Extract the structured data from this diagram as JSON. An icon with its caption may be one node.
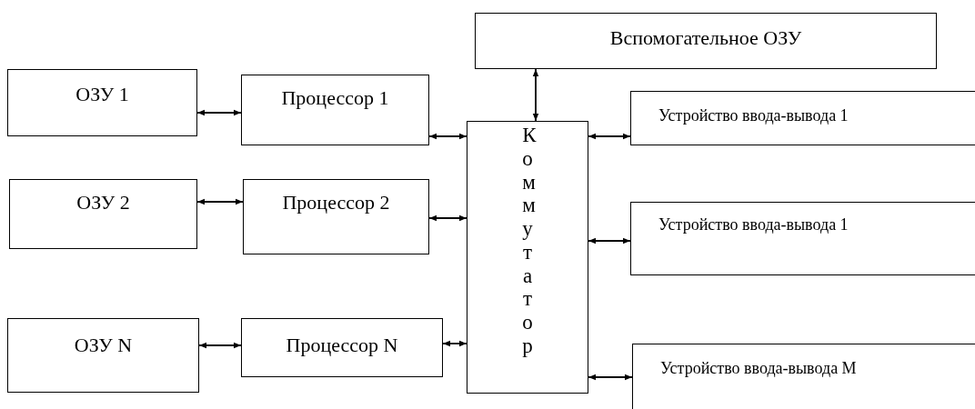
{
  "diagram": {
    "nodes": [
      {
        "text": [
          "Вспомогательное ОЗУ"
        ]
      },
      {
        "text": [
          "ОЗУ 1"
        ]
      },
      {
        "text": [
          "Процессор 1"
        ]
      },
      {
        "text": [
          "Коммутатор"
        ]
      },
      {
        "text": [
          "Устройство ввода-вывода 1"
        ]
      },
      {
        "text": [
          "ОЗУ 2"
        ]
      },
      {
        "text": [
          "Процессор 2"
        ]
      },
      {
        "text": [
          "Устройство ввода-вывода 1"
        ]
      },
      {
        "text": [
          "ОЗУ N"
        ]
      },
      {
        "text": [
          "Процессор N"
        ]
      },
      {
        "text": [
          "Устройство ввода-вывода M"
        ]
      }
    ],
    "edges": [
      {
        "from": 1,
        "to": 2,
        "arrow": "both"
      },
      {
        "from": 2,
        "to": 3,
        "arrow": "both"
      },
      {
        "from": 0,
        "to": 3,
        "arrow": "both"
      },
      {
        "from": 3,
        "to": 4,
        "arrow": "both"
      },
      {
        "from": 5,
        "to": 6,
        "arrow": "both"
      },
      {
        "from": 6,
        "to": 3,
        "arrow": "both"
      },
      {
        "from": 3,
        "to": 7,
        "arrow": "both"
      },
      {
        "from": 8,
        "to": 9,
        "arrow": "both"
      },
      {
        "from": 9,
        "to": 3,
        "arrow": "both"
      },
      {
        "from": 3,
        "to": 10,
        "arrow": "both"
      }
    ]
  }
}
